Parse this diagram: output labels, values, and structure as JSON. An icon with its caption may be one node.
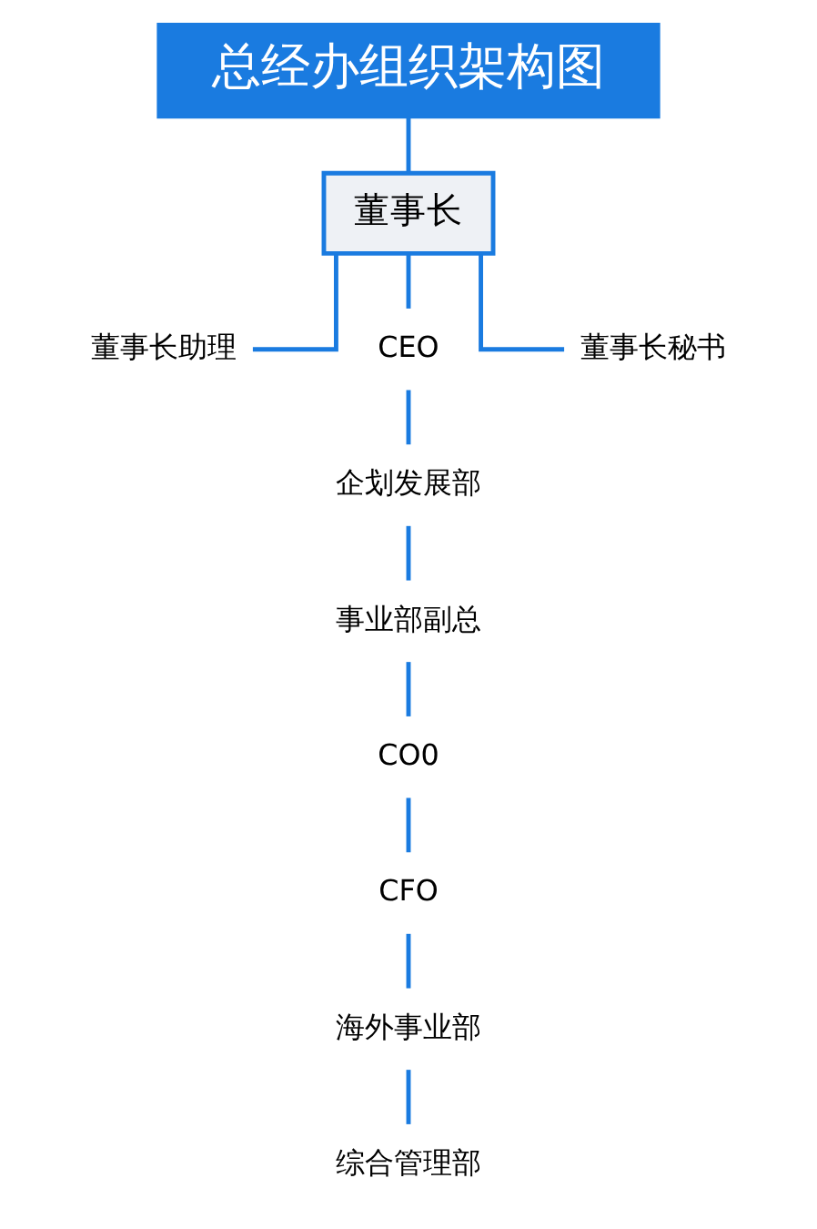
{
  "diagram": {
    "nodes": [
      {
        "text": [
          "总经办组织架构图"
        ]
      },
      {
        "text": [
          "董事长"
        ]
      },
      {
        "text": [
          "董事长助理"
        ]
      },
      {
        "text": [
          "CEO"
        ]
      },
      {
        "text": [
          "董事长秘书"
        ]
      },
      {
        "text": [
          "企划发展部"
        ]
      },
      {
        "text": [
          "事业部副总"
        ]
      },
      {
        "text": [
          "CO0"
        ]
      },
      {
        "text": [
          "CFO"
        ]
      },
      {
        "text": [
          "海外事业部"
        ]
      },
      {
        "text": [
          "综合管理部"
        ]
      }
    ],
    "edges": [
      {
        "from": 0,
        "to": 1,
        "arrow": "none"
      },
      {
        "from": 1,
        "to": 2,
        "arrow": "none"
      },
      {
        "from": 1,
        "to": 3,
        "arrow": "none"
      },
      {
        "from": 1,
        "to": 4,
        "arrow": "none"
      },
      {
        "from": 3,
        "to": 5,
        "arrow": "none"
      },
      {
        "from": 5,
        "to": 6,
        "arrow": "none"
      },
      {
        "from": 6,
        "to": 7,
        "arrow": "none"
      },
      {
        "from": 7,
        "to": 8,
        "arrow": "none"
      },
      {
        "from": 8,
        "to": 9,
        "arrow": "none"
      },
      {
        "from": 9,
        "to": 10,
        "arrow": "none"
      }
    ]
  }
}
